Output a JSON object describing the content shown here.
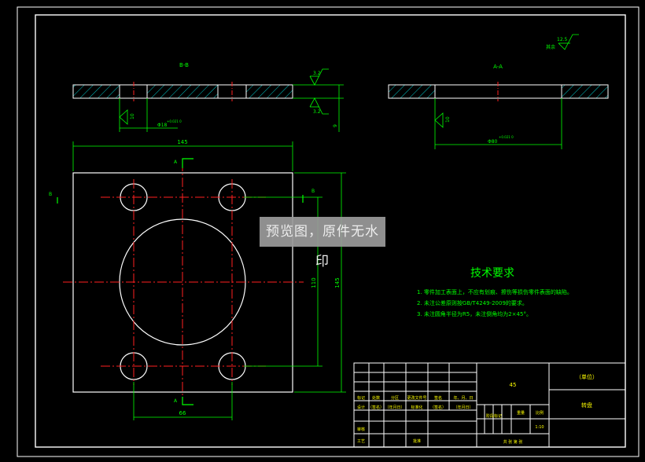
{
  "colors": {
    "background": "#000000",
    "outline": "#ffffff",
    "dimension": "#00ff00",
    "center_line": "#ff2020",
    "hatch": "#00c8c8",
    "tech_text": "#00ff00",
    "title_text": "#ffff00"
  },
  "views": {
    "section_bb": {
      "label": "B-B",
      "dims": {
        "depth": "10",
        "hole": "Φ18",
        "hole_tol": "+0.021 0",
        "thickness": "9"
      },
      "roughness_top": "3.2",
      "roughness_bottom": "3.2"
    },
    "section_aa": {
      "label": "A-A",
      "dims": {
        "depth": "10",
        "hole": "Φ80",
        "hole_tol": "+0.021 0"
      }
    },
    "plan": {
      "cut_a": "A",
      "cut_b": "B",
      "dims": {
        "width": "145",
        "height_inner": "110",
        "height_outer": "145",
        "bottom": "66"
      }
    },
    "roughness_rest": {
      "value": "12.5",
      "label": "其余"
    }
  },
  "tech_requirements": {
    "title": "技术要求",
    "items": [
      "1. 零件加工表面上，不应有划痕、擦伤等损伤零件表面的缺陷。",
      "2. 未注公差原则按GB/T4249-2009的要求。",
      "3. 未注圆角半径为R5，未注倒角均为2×45°。"
    ]
  },
  "title_block": {
    "material": "45",
    "company": "（单位）",
    "part_name": "转盘",
    "scale_value": "1:10",
    "row_record": [
      "标记",
      "处数",
      "分区",
      "更改文件号",
      "签名",
      "年、月、日"
    ],
    "row_design": [
      "设计",
      "（签名）",
      "（年月日）",
      "标准化",
      "（签名）",
      "（年月日）"
    ],
    "stage_label": "阶段标记",
    "weight_label": "重量",
    "scale_label": "比例",
    "review": "审核",
    "process": "工艺",
    "approve": "批准",
    "sheets": "共 张 第 张"
  },
  "watermark": "预览图，原件无水印"
}
